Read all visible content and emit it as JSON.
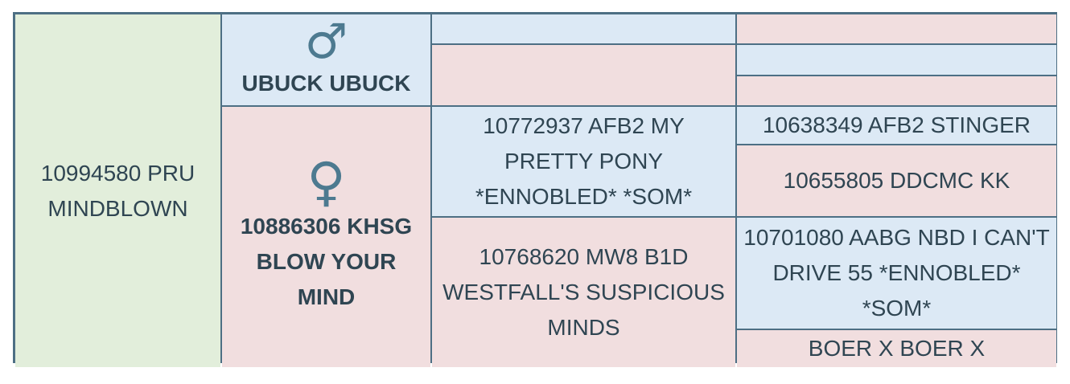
{
  "subject": {
    "name": "10994580 PRU MINDBLOWN"
  },
  "sire": {
    "symbol": "♂",
    "name": "UBUCK UBUCK",
    "sire": {
      "name": "",
      "sire": {
        "name": ""
      },
      "dam": {
        "name": ""
      }
    },
    "dam": {
      "name": "",
      "sire": {
        "name": ""
      },
      "dam": {
        "name": ""
      }
    }
  },
  "dam": {
    "symbol": "♀",
    "name": "10886306 KHSG BLOW YOUR MIND",
    "sire": {
      "name": "10772937 AFB2 MY PRETTY PONY *ENNOBLED* *SOM*",
      "sire": {
        "name": "10638349 AFB2 STINGER"
      },
      "dam": {
        "name": "10655805 DDCMC KK"
      }
    },
    "dam": {
      "name": "10768620 MW8 B1D WESTFALL'S SUSPICIOUS MINDS",
      "sire": {
        "name": "10701080 AABG NBD I CAN'T DRIVE 55 *ENNOBLED* *SOM*"
      },
      "dam": {
        "name": "BOER X BOER X"
      }
    }
  },
  "colors": {
    "border": "#4d6f84",
    "subject_bg": "#e2eedb",
    "male_bg": "#dce9f5",
    "female_bg": "#f1dedf",
    "text": "#2f4552",
    "symbol": "#4d7a90"
  }
}
